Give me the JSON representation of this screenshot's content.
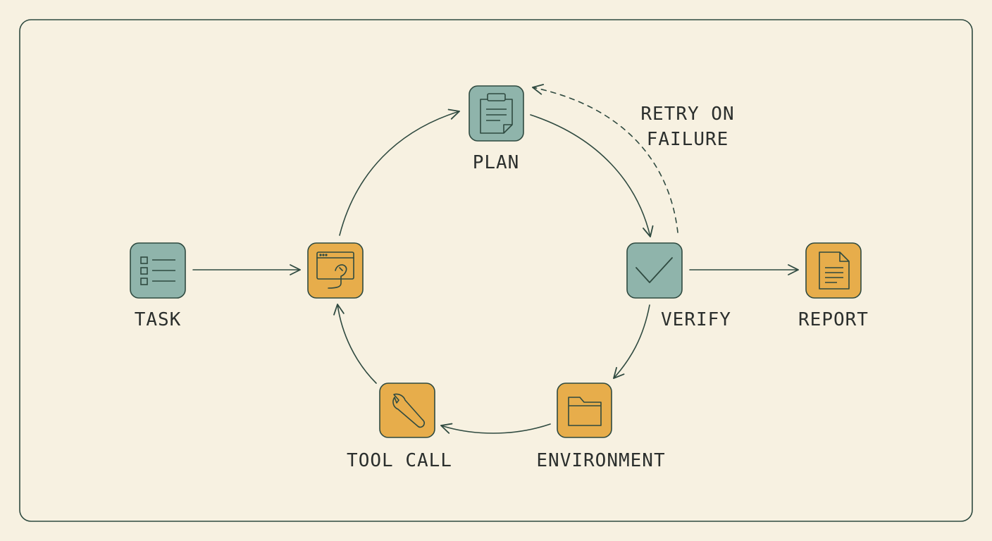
{
  "diagram": {
    "nodes": {
      "task": {
        "label": "TASK",
        "icon": "checklist-icon",
        "color": "teal"
      },
      "agent": {
        "label": "",
        "icon": "computer-use-icon",
        "color": "amber"
      },
      "plan": {
        "label": "PLAN",
        "icon": "clipboard-icon",
        "color": "teal"
      },
      "verify": {
        "label": "VERIFY",
        "icon": "checkmark-icon",
        "color": "teal"
      },
      "report": {
        "label": "REPORT",
        "icon": "document-icon",
        "color": "amber"
      },
      "environment": {
        "label": "ENVIRONMENT",
        "icon": "folder-icon",
        "color": "amber"
      },
      "tool_call": {
        "label": "TOOL CALL",
        "icon": "wrench-icon",
        "color": "amber"
      }
    },
    "retry_note": {
      "line1": "RETRY ON",
      "line2": "FAILURE"
    },
    "colors": {
      "background": "#f7f1e1",
      "frame": "#2f4a40",
      "teal_fill": "#8fb4ab",
      "amber_fill": "#e7ad4b",
      "stroke": "#2f4a40",
      "text": "#2b2f2d"
    }
  }
}
